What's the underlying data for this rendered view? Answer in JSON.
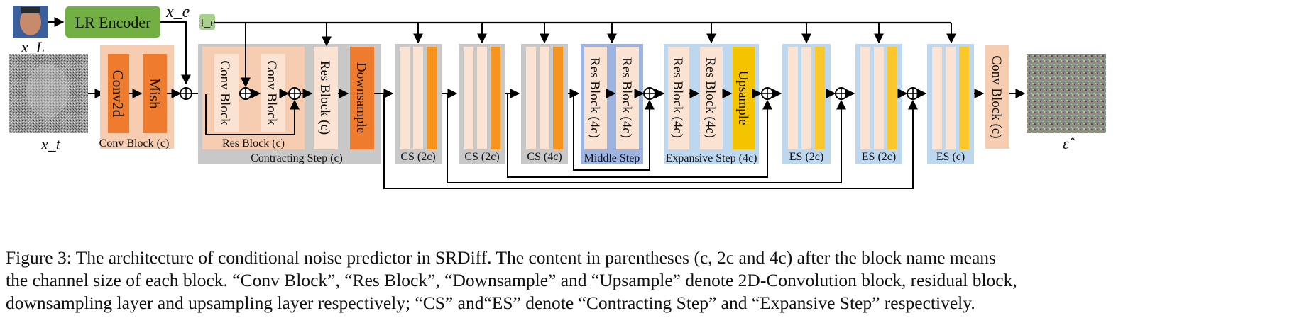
{
  "figure": {
    "inputs": {
      "lr_image_label": "x_L",
      "noisy_image_label": "x_t",
      "encoder_output_label": "x_e",
      "time_embedding_label": "t_e",
      "output_label": "ε̂"
    },
    "lr_encoder": {
      "label": "LR Encoder"
    },
    "conv_block_in": {
      "caption": "Conv Block (c)",
      "layers": [
        "Conv2d",
        "Mish"
      ]
    },
    "contracting_step": {
      "caption": "Contracting Step (c)",
      "res_block_caption": "Res Block (c)",
      "inner_blocks": [
        "Conv Block",
        "Conv Block"
      ],
      "res_block_label": "Res Block (c)",
      "downsample_label": "Downsample"
    },
    "cs_blocks": [
      {
        "caption": "CS (2c)"
      },
      {
        "caption": "CS (2c)"
      },
      {
        "caption": "CS (4c)"
      }
    ],
    "middle_step": {
      "caption": "Middle Step",
      "blocks": [
        "Res Block (4c)",
        "Res Block (4c)"
      ]
    },
    "expansive_step": {
      "caption": "Expansive Step (4c)",
      "blocks": [
        "Res Block (4c)",
        "Res Block (4c)"
      ],
      "upsample_label": "Upsample"
    },
    "es_blocks": [
      {
        "caption": "ES (2c)"
      },
      {
        "caption": "ES (2c)"
      },
      {
        "caption": "ES (c)"
      }
    ],
    "conv_block_out": {
      "label": "Conv Block (c)"
    },
    "colors": {
      "gray_container": "#c8c8c8",
      "peach_container": "#f6cdb0",
      "light_block": "#fbe3d3",
      "orange_dark": "#ee7b2e",
      "orange": "#f7941d",
      "yellow": "#f5c400",
      "blue_container": "#bcd7ee",
      "middle_container": "#9db3e0",
      "green": "#72b043"
    }
  },
  "caption": {
    "lines": [
      "Figure 3: The architecture of conditional noise predictor in SRDiff. The content in parentheses (c, 2c and 4c) after the block name means",
      "the channel size of each block. “Conv Block”, “Res Block”, “Downsample” and “Upsample” denote 2D-Convolution block, residual block,",
      "downsampling layer and upsampling layer respectively; “CS” and“ES” denote “Contracting Step” and “Expansive Step” respectively."
    ]
  }
}
